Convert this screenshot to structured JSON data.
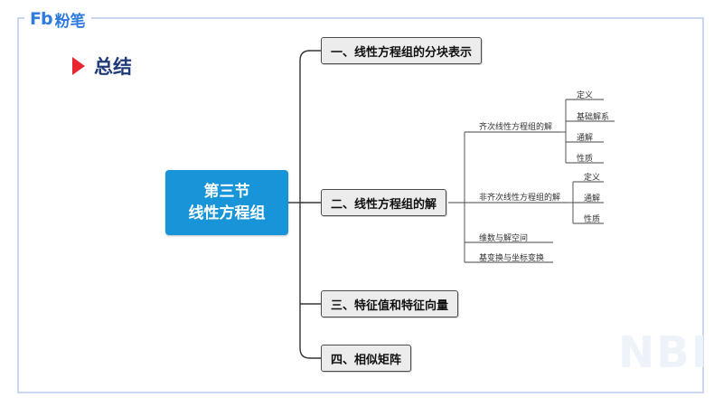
{
  "logo": {
    "mark": "Fb",
    "text": "粉笔"
  },
  "heading": "总结",
  "watermark": "NBI",
  "central": {
    "line1": "第三节",
    "line2": "线性方程组"
  },
  "branches": [
    "一、线性方程组的分块表示",
    "二、线性方程组的解",
    "三、特征值和特征向量",
    "四、相似矩阵"
  ],
  "sub": {
    "homogeneous": "齐次线性方程组的解",
    "homogeneous_items": [
      "定义",
      "基础解系",
      "通解",
      "性质"
    ],
    "nonhomogeneous": "非齐次线性方程组的解",
    "nonhomogeneous_items": [
      "定义",
      "通解",
      "性质"
    ],
    "dimension": "维数与解空间",
    "basis_change": "基变换与坐标变换"
  },
  "colors": {
    "accent": "#1795d8",
    "brand": "#2f7be0",
    "marker": "#e8262f",
    "heading": "#1f3a78",
    "frame": "#c9d7f3"
  }
}
